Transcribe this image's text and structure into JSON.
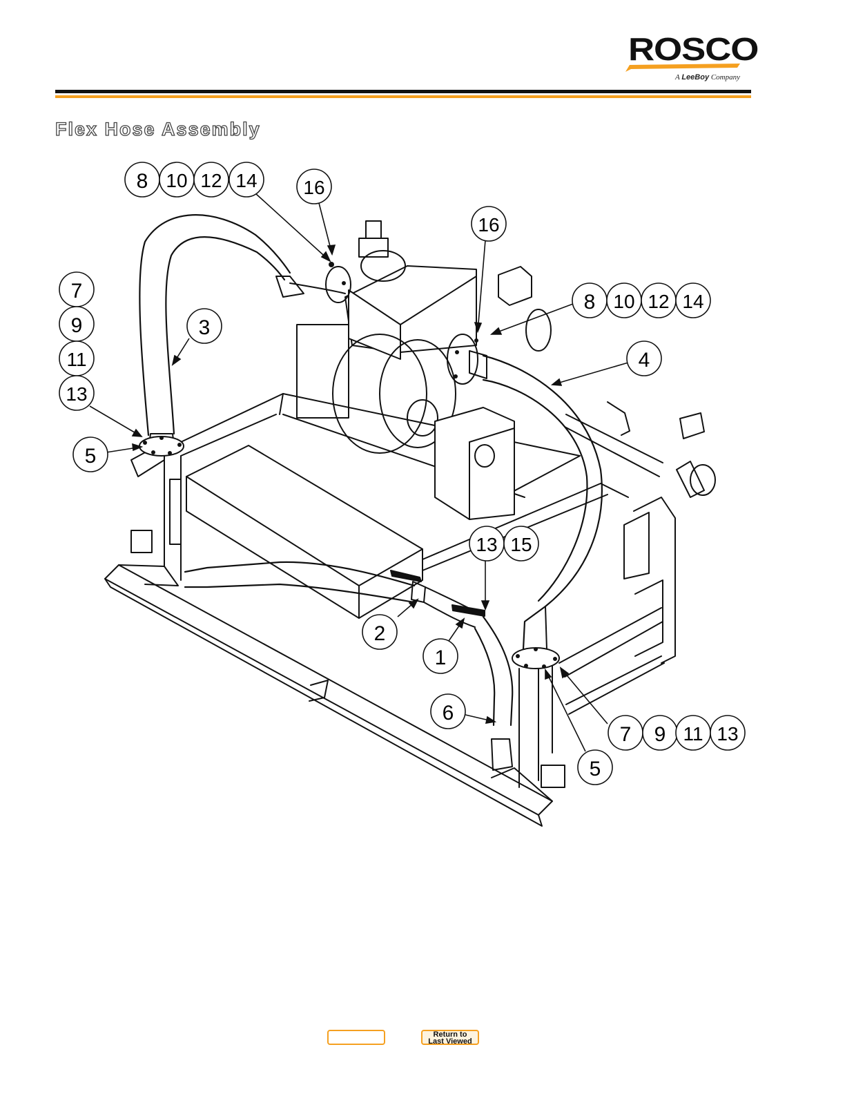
{
  "header": {
    "logo_word": "ROSCO",
    "logo_tag_prefix": "A",
    "logo_tag_brand": "LeeBoy",
    "logo_tag_suffix": "Company",
    "colors": {
      "accent": "#f5a020",
      "rule": "#111111"
    }
  },
  "page_title": "Flex Hose Assembly",
  "callouts": [
    {
      "label": "8"
    },
    {
      "label": "10"
    },
    {
      "label": "12"
    },
    {
      "label": "14"
    },
    {
      "label": "16"
    },
    {
      "label": "16"
    },
    {
      "label": "8"
    },
    {
      "label": "10"
    },
    {
      "label": "12"
    },
    {
      "label": "14"
    },
    {
      "label": "7"
    },
    {
      "label": "9"
    },
    {
      "label": "11"
    },
    {
      "label": "13"
    },
    {
      "label": "3"
    },
    {
      "label": "4"
    },
    {
      "label": "5"
    },
    {
      "label": "13"
    },
    {
      "label": "15"
    },
    {
      "label": "2"
    },
    {
      "label": "1"
    },
    {
      "label": "6"
    },
    {
      "label": "7"
    },
    {
      "label": "9"
    },
    {
      "label": "11"
    },
    {
      "label": "13"
    },
    {
      "label": "5"
    }
  ],
  "nav": {
    "blank_label": "",
    "return_label": "Return to\nLast Viewed"
  }
}
